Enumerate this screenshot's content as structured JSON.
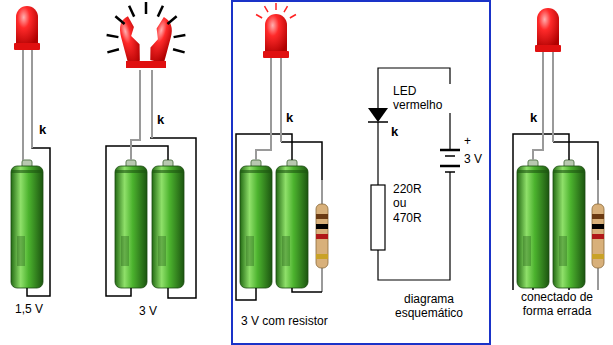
{
  "diagram": {
    "labels": [
      "k",
      "1,5 V",
      "k",
      "3 V",
      "k",
      "LED vermelho",
      "k",
      "+",
      "3 V",
      "220R ou 470R",
      "3 V com resistor",
      "diagrama esquemático",
      "k",
      "conectado de forma errada"
    ]
  }
}
